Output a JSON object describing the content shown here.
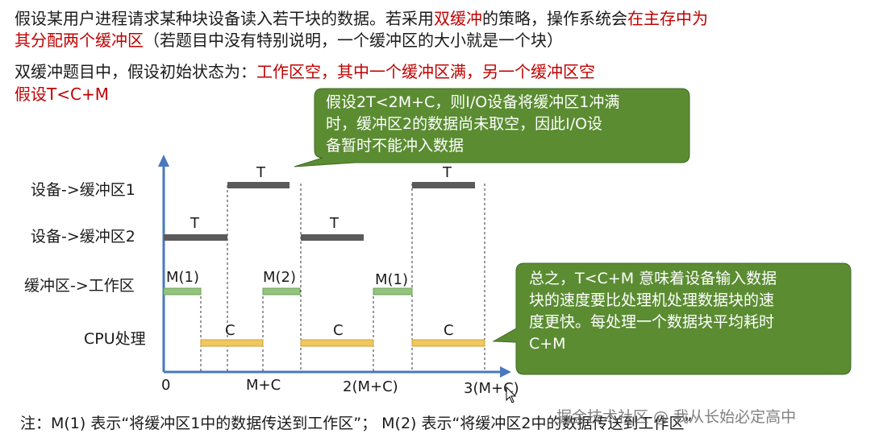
{
  "intro": {
    "line1_a": "假设某用户进程请求某种块设备读入若干块的数据。若采用",
    "line1_b": "双缓冲",
    "line1_c": "的策略，操作系统会",
    "line1_d": "在主存中为",
    "line2_a": "其分配两个缓冲区",
    "line2_b": "（若题目中没有特别说明，一个缓冲区的大小就是一个块）",
    "line3_a": "双缓冲题目中，假设初始状态为：",
    "line3_b": "工作区空，其中一个缓冲区满，另一个缓冲区空",
    "line4": "假设T<C+M"
  },
  "callout_top": {
    "lines": [
      "假设2T<2M+C，则I/O设备将缓冲区1冲满",
      "时，缓冲区2的数据尚未取空，因此I/O设",
      "备暂时不能冲入数据"
    ]
  },
  "callout_right": {
    "lines": [
      "总之，T<C+M 意味着设备输入数据",
      "块的速度要比处理机处理数据块的速",
      "度更快。每处理一个数据块平均耗时",
      "C+M"
    ]
  },
  "rows": {
    "dev_buf1": "设备->缓冲区1",
    "dev_buf2": "设备->缓冲区2",
    "buf_work": "缓冲区->工作区",
    "cpu": "CPU处理"
  },
  "bar_labels": {
    "t1": "T",
    "t2": "T",
    "t3": "T",
    "t4": "T",
    "m1": "M(1)",
    "m2": "M(2)",
    "m3": "M(1)",
    "c1": "C",
    "c2": "C",
    "c3": "C"
  },
  "axis_ticks": [
    "0",
    "M+C",
    "2(M+C)",
    "3(M+C)"
  ],
  "note": "注：M(1) 表示“将缓冲区1中的数据传送到工作区”；  M(2) 表示“将缓冲区2中的数据传送到工作区”",
  "watermark": "掘金技术社区 @ 我从长始必定高中",
  "colors": {
    "axis": "#4a78bd",
    "device_bar": "#5a5a5a",
    "transfer_bar": "#93c47d",
    "cpu_bar": "#f2c75c",
    "callout_fill": "#5b8c32",
    "highlight_red": "#c00000"
  }
}
